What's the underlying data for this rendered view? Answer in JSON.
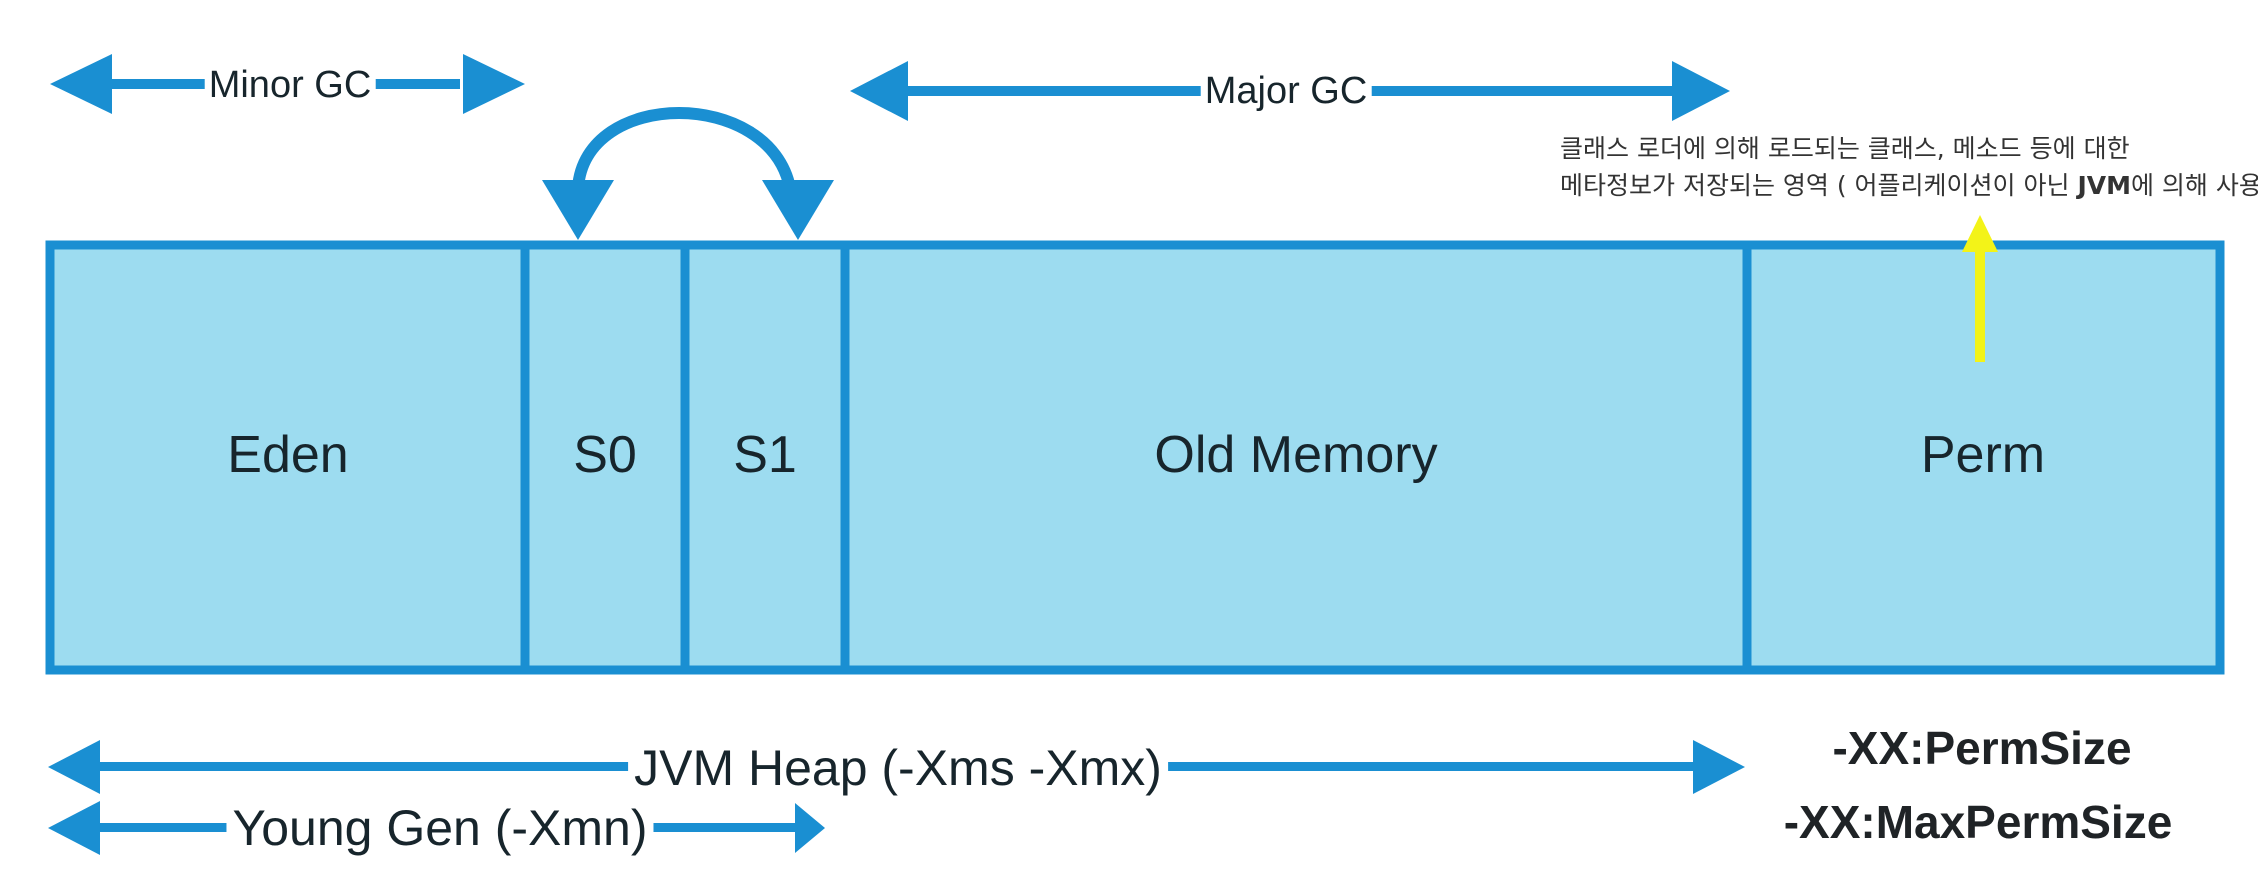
{
  "regions": {
    "eden": "Eden",
    "s0": "S0",
    "s1": "S1",
    "old": "Old Memory",
    "perm": "Perm"
  },
  "gc": {
    "minor": "Minor GC",
    "major": "Major GC"
  },
  "heap": {
    "jvm": "JVM Heap (-Xms -Xmx)",
    "young": "Young Gen (-Xmn)"
  },
  "perm_options": {
    "perm_size": "-XX:PermSize",
    "max_perm_size": "-XX:MaxPermSize"
  },
  "perm_note": {
    "line1": "클래스 로더에 의해 로드되는 클래스, 메소드 등에 대한",
    "line2_before": "메타정보가 저장되는 영역 ( 어플리케이션이 아닌 ",
    "line2_bold": "JVM",
    "line2_after": "에 의해 사용)"
  },
  "colors": {
    "region_fill": "#9ddcf0",
    "border_blue": "#1a8fd2",
    "highlight_arrow": "#f3f318"
  }
}
